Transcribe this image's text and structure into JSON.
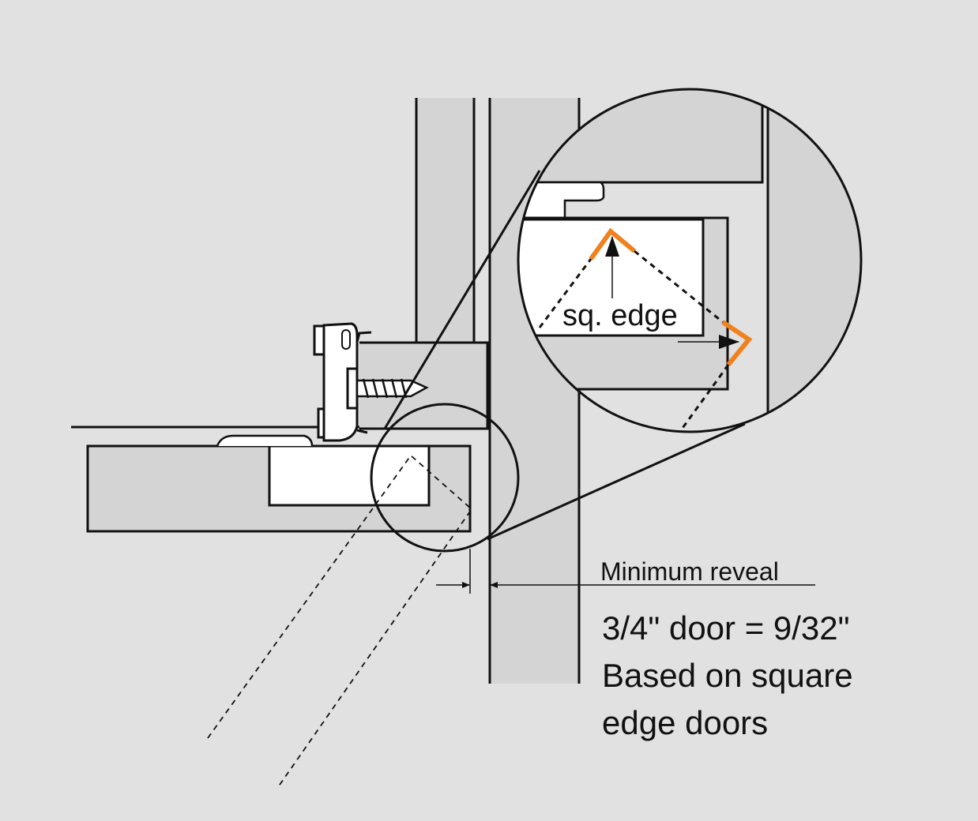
{
  "diagram": {
    "detail_label": "sq. edge",
    "dimension_label": "Minimum reveal",
    "note_lines": [
      "3/4\" door = 9/32\"",
      "Based on square",
      "edge doors"
    ],
    "colors": {
      "background": "#e0e1e0",
      "panel": "#d3d4d3",
      "accent": "#f0821e",
      "line": "#111111"
    }
  }
}
